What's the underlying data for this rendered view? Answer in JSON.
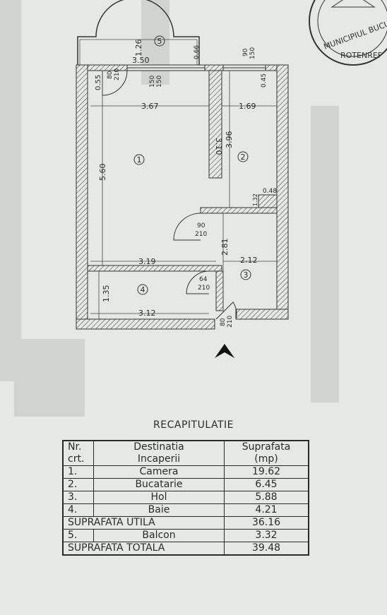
{
  "plan": {
    "dimensions": {
      "d_126": "1.26",
      "d_350": "3.50",
      "d_066": "0.66",
      "d_090_150_top": "90",
      "d_150_top": "150",
      "d_080": "80",
      "d_210_top": "210",
      "d_055": "0.55",
      "d_150_a": "150",
      "d_150_b": "150",
      "d_045": "0.45",
      "d_367": "3.67",
      "d_169": "1.69",
      "d_310": "3.10",
      "d_396": "3.96",
      "d_560": "5.60",
      "d_048": "0.48",
      "d_132": "1.32",
      "d_90_mid": "90",
      "d_210_mid": "210",
      "d_281": "2.81",
      "d_319": "3.19",
      "d_212": "2.12",
      "d_64": "64",
      "d_210_baie": "210",
      "d_135": "1.35",
      "d_312": "3.12",
      "d_80_entry": "80",
      "d_210_entry": "210"
    },
    "rooms": [
      "1",
      "2",
      "3",
      "4",
      "5"
    ]
  },
  "stamp_text": "MUNICIPIUL BUCURESTI  ROTENREF",
  "recap": {
    "title": "RECAPITULATIE",
    "header": {
      "nr": "Nr.",
      "crt": "crt.",
      "dest1": "Destinatia",
      "dest2": "Incaperii",
      "supr1": "Suprafata",
      "supr2": "(mp)"
    },
    "rows": [
      {
        "nr": "1.",
        "name": "Camera",
        "area": "19.62"
      },
      {
        "nr": "2.",
        "name": "Bucatarie",
        "area": "6.45"
      },
      {
        "nr": "3.",
        "name": "Hol",
        "area": "5.88"
      },
      {
        "nr": "4.",
        "name": "Baie",
        "area": "4.21"
      }
    ],
    "utila_label": "SUPRAFATA UTILA",
    "utila_value": "36.16",
    "balcon": {
      "nr": "5.",
      "name": "Balcon",
      "area": "3.32"
    },
    "totala_label": "SUPRAFATA TOTALA",
    "totala_value": "39.48"
  }
}
